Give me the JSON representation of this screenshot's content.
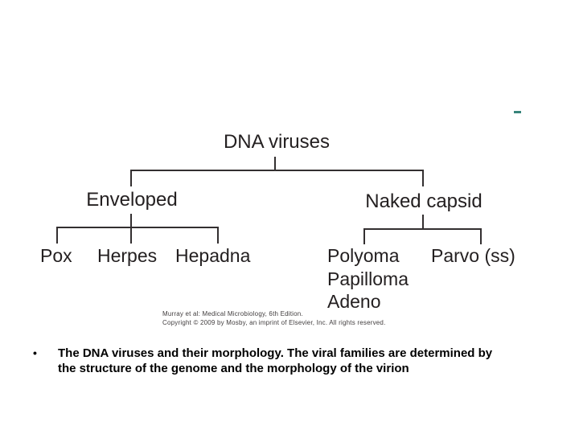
{
  "page": {
    "background_color": "#ffffff",
    "accent_color": "#37847a",
    "line_color": "#332f30"
  },
  "diagram": {
    "title": "DNA viruses",
    "level2": {
      "left": "Enveloped",
      "right": "Naked capsid"
    },
    "enveloped_children": [
      "Pox",
      "Herpes",
      "Hepadna"
    ],
    "naked_children_col": [
      "Polyoma",
      "Papilloma",
      "Adeno"
    ],
    "naked_child_right": "Parvo (ss)",
    "credit": {
      "line1": "Murray et al: Medical Microbiology, 6th Edition.",
      "line2": "Copyright © 2009 by Mosby, an imprint of Elsevier, Inc. All rights reserved."
    }
  },
  "caption": {
    "bullet": "•",
    "line1": "The DNA viruses and their morphology. The viral families are determined by",
    "line2": "the structure of the genome and the morphology of the virion"
  }
}
